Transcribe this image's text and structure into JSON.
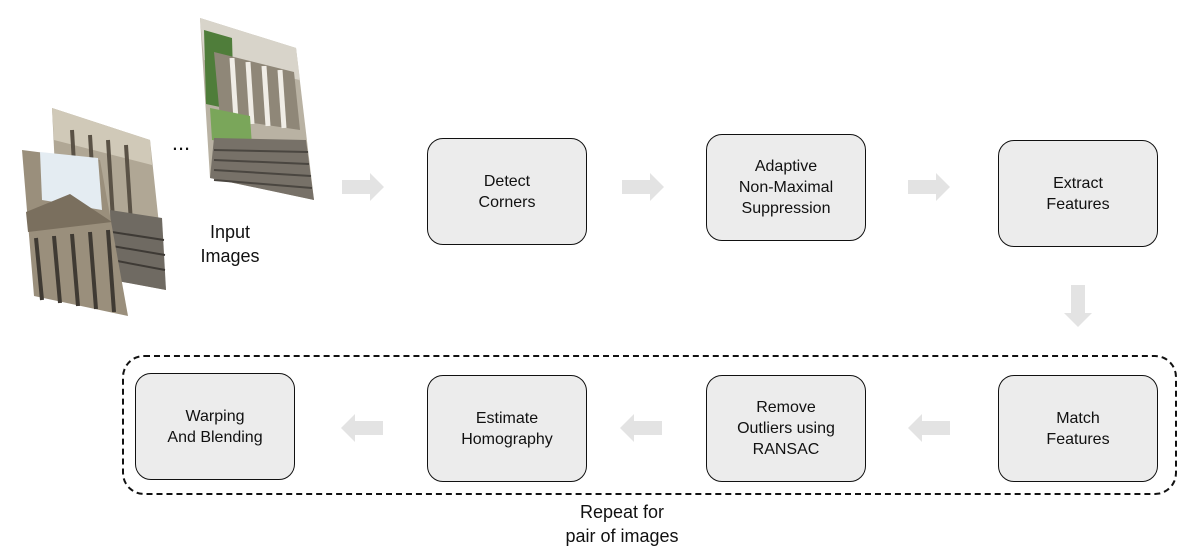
{
  "diagram": {
    "steps": {
      "detect_corners": "Detect\nCorners",
      "anms": "Adaptive\nNon-Maximal\nSuppression",
      "extract_features": "Extract\nFeatures",
      "match_features": "Match\nFeatures",
      "ransac": "Remove\nOutliers using\nRANSAC",
      "homography": "Estimate\nHomography",
      "warping": "Warping\nAnd Blending"
    },
    "input_label": "Input\nImages",
    "ellipsis": "...",
    "loop_label": "Repeat for\npair of images",
    "colors": {
      "box_fill": "#ececec",
      "box_stroke": "#111111",
      "arrow": "#e3e3e3"
    }
  }
}
